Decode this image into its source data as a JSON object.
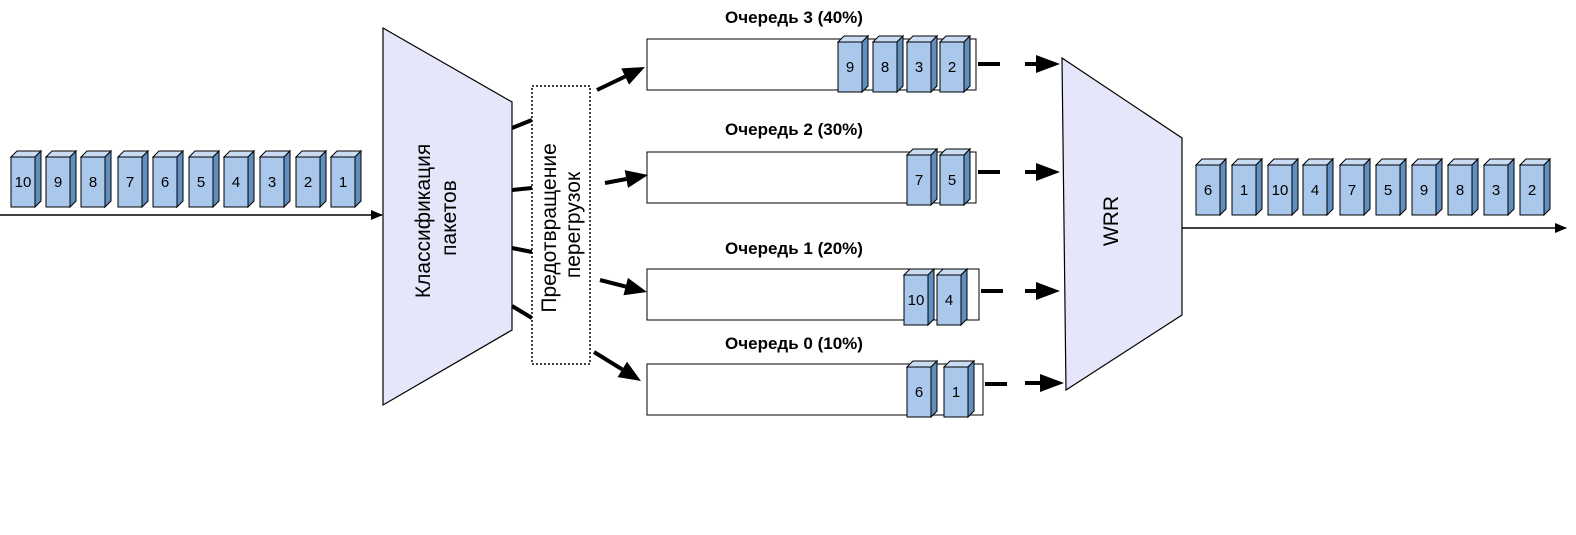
{
  "colors": {
    "packet_front": "#a9c8ec",
    "packet_top": "#c9dcf3",
    "packet_side": "#5f8ebf",
    "trapezoid_fill": "#e6e6fa",
    "stroke": "#000000"
  },
  "classifier": {
    "label_line1": "Классификация",
    "label_line2": "пакетов"
  },
  "congestion": {
    "label_line1": "Предотвращение",
    "label_line2": "перегрузок"
  },
  "scheduler": {
    "label": "WRR"
  },
  "input_packets": [
    "10",
    "9",
    "8",
    "7",
    "6",
    "5",
    "4",
    "3",
    "2",
    "1"
  ],
  "queues": [
    {
      "title": "Очередь 3 (40%)",
      "packets": [
        "9",
        "8",
        "3",
        "2"
      ]
    },
    {
      "title": "Очередь 2 (30%)",
      "packets": [
        "7",
        "5"
      ]
    },
    {
      "title": "Очередь 1 (20%)",
      "packets": [
        "10",
        "4"
      ]
    },
    {
      "title": "Очередь 0 (10%)",
      "packets": [
        "6",
        "1"
      ]
    }
  ],
  "output_packets": [
    "6",
    "1",
    "10",
    "4",
    "7",
    "5",
    "9",
    "8",
    "3",
    "2"
  ]
}
